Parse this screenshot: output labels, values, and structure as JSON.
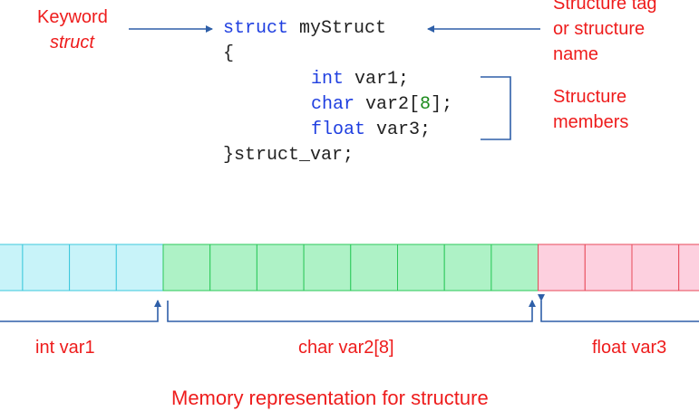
{
  "labels": {
    "keyword_line1": "Keyword",
    "keyword_line2": "struct",
    "tag_line1": "Structure tag",
    "tag_line2": "or structure",
    "tag_line3": "name",
    "members_line1": "Structure",
    "members_line2": "members",
    "int_var1": "int var1",
    "char_var2": "char var2[8]",
    "float_var3": "float var3",
    "caption": "Memory representation for structure"
  },
  "code": {
    "line1_kw": "struct",
    "line1_name": "myStruct",
    "open_brace": "{",
    "m1_type": "int",
    "m1_rest": "var1;",
    "m2_type": "char",
    "m2_name": "var2[",
    "m2_num": "8",
    "m2_end": "];",
    "m3_type": "float",
    "m3_rest": "var3;",
    "close": "}struct_var;"
  },
  "memory": {
    "int_bytes": 4,
    "char_bytes": 8,
    "float_bytes": 4,
    "colors": {
      "int_fill": "#c8f3f9",
      "int_stroke": "#3cc8dc",
      "char_fill": "#aef2c6",
      "char_stroke": "#2cc85a",
      "float_fill": "#fdd0df",
      "float_stroke": "#e84a5a",
      "arrow": "#2e5fa8"
    }
  }
}
